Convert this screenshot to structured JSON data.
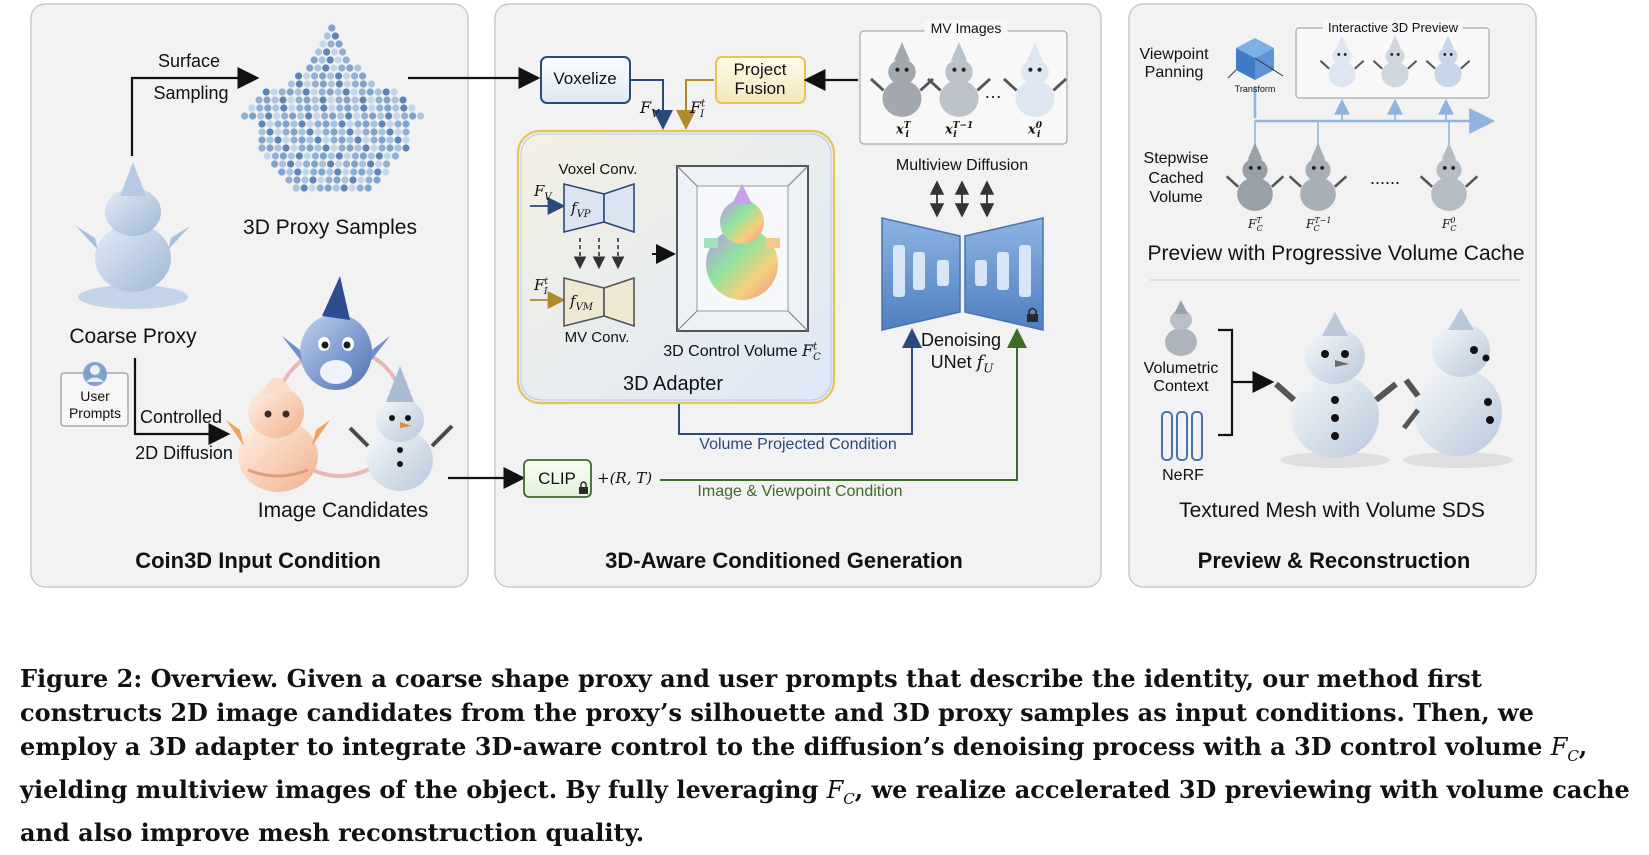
{
  "panels": {
    "input": "Coin3D Input Condition",
    "generation": "3D-Aware Conditioned Generation",
    "preview": "Preview & Reconstruction"
  },
  "input": {
    "surface_sampling_1": "Surface",
    "surface_sampling_2": "Sampling",
    "proxy_samples": "3D Proxy Samples",
    "coarse_proxy": "Coarse Proxy",
    "user_prompts_1": "User",
    "user_prompts_2": "Prompts",
    "controlled": "Controlled",
    "diffusion_2d": "2D Diffusion",
    "image_candidates": "Image Candidates"
  },
  "generation": {
    "voxelize": "Voxelize",
    "project_fusion_1": "Project",
    "project_fusion_2": "Fusion",
    "f_v": "F",
    "f_v_sub": "V",
    "f_i": "F",
    "f_i_sub": "I",
    "f_i_sup": "t",
    "mv_images": "MV Images",
    "x_t": "x",
    "x_t_sup": "T",
    "x_t1_sup": "T−1",
    "x_0_sup": "0",
    "x_sub": "i",
    "ellipsis": "…",
    "voxel_conv": "Voxel Conv.",
    "f_vp": "f",
    "f_vp_sub": "VP",
    "f_vm": "f",
    "f_vm_sub": "VM",
    "mv_conv": "MV Conv.",
    "control_volume": "3D Control Volume ",
    "control_volume_f": "F",
    "control_volume_sub": "C",
    "control_volume_sup": "t",
    "adapter": "3D Adapter",
    "multiview_diffusion": "Multiview Diffusion",
    "denoising_1": "Denoising",
    "denoising_2": "UNet ",
    "denoising_f": "f",
    "denoising_sub": "U",
    "volume_projected": "Volume Projected Condition",
    "clip": "CLIP",
    "rt": "+(R, T)",
    "image_viewpoint": "Image & Viewpoint Condition"
  },
  "preview": {
    "viewpoint_1": "Viewpoint",
    "viewpoint_2": "Panning",
    "transform": "Transform",
    "interactive": "Interactive 3D Preview",
    "stepwise_1": "Stepwise",
    "stepwise_2": "Cached",
    "stepwise_3": "Volume",
    "dots": "......",
    "fc": "F",
    "fc_sub": "C",
    "fc_t": "T",
    "fc_t1": "T−1",
    "fc_0": "0",
    "progressive": "Preview with Progressive Volume Cache",
    "volumetric_1": "Volumetric",
    "volumetric_2": "Context",
    "nerf": "NeRF",
    "textured": "Textured Mesh with Volume SDS"
  },
  "caption": {
    "part1": "Figure 2: Overview. Given a coarse shape proxy and user prompts that describe the identity, our method first constructs 2D image candidates from the proxy’s silhouette and 3D proxy samples as input conditions. Then, we employ a 3D adapter to integrate 3D-aware control to the diffusion’s denoising process with a 3D control volume ",
    "fc": "F",
    "fc_sub": "C",
    "part2": ", yielding multiview images of the object. By fully leveraging ",
    "part3": ", we realize accelerated 3D previewing with volume cache and also improve mesh reconstruction quality."
  },
  "colors": {
    "panel_bg": "#f2f2f2",
    "adapter_border": "#e7c35a",
    "adapter_fill": "#e6eef9",
    "dark_blue": "#2a4a7a",
    "gold": "#b08a2a",
    "green": "#3e6a2a",
    "unet_blue": "#6f9bd1",
    "preview_blue": "#8fb4dd"
  },
  "icons": [
    "snowman-proxy-icon",
    "point-cloud-icon",
    "user-icon",
    "lock-icon",
    "transform-cube-icon",
    "nerf-icon"
  ]
}
